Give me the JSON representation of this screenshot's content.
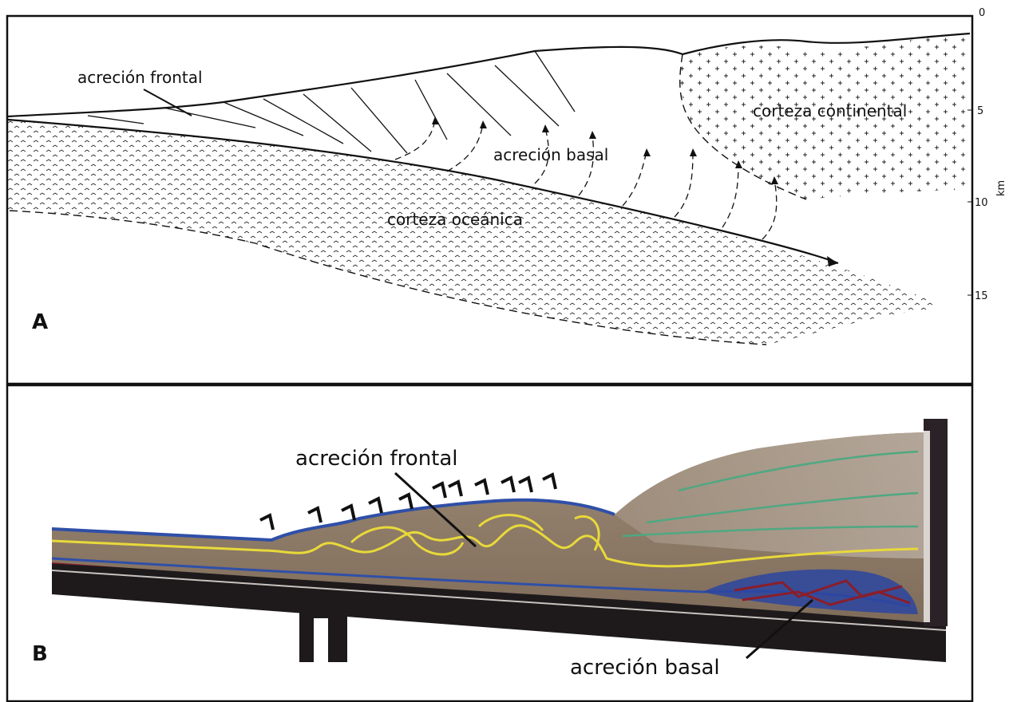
{
  "panel_a": {
    "letter": "A",
    "labels": {
      "frontal": "acreción frontal",
      "basal": "acreción basal",
      "continental": "corteza continental",
      "oceanic": "corteza oceánica"
    },
    "depth_axis": {
      "unit": "km",
      "ticks": [
        "0",
        "5",
        "10",
        "15"
      ]
    }
  },
  "panel_b": {
    "letter": "B",
    "labels": {
      "frontal": "acreción frontal",
      "basal": "acreción basal"
    }
  },
  "colors": {
    "frame": "#111111",
    "sediment": "#8e7a66",
    "blue_layer": "#2f4fa8",
    "yellow_layer": "#e8d93a",
    "green_layer": "#4fa882",
    "red_layer": "#8a1e2a",
    "base": "#1e1a1c"
  }
}
